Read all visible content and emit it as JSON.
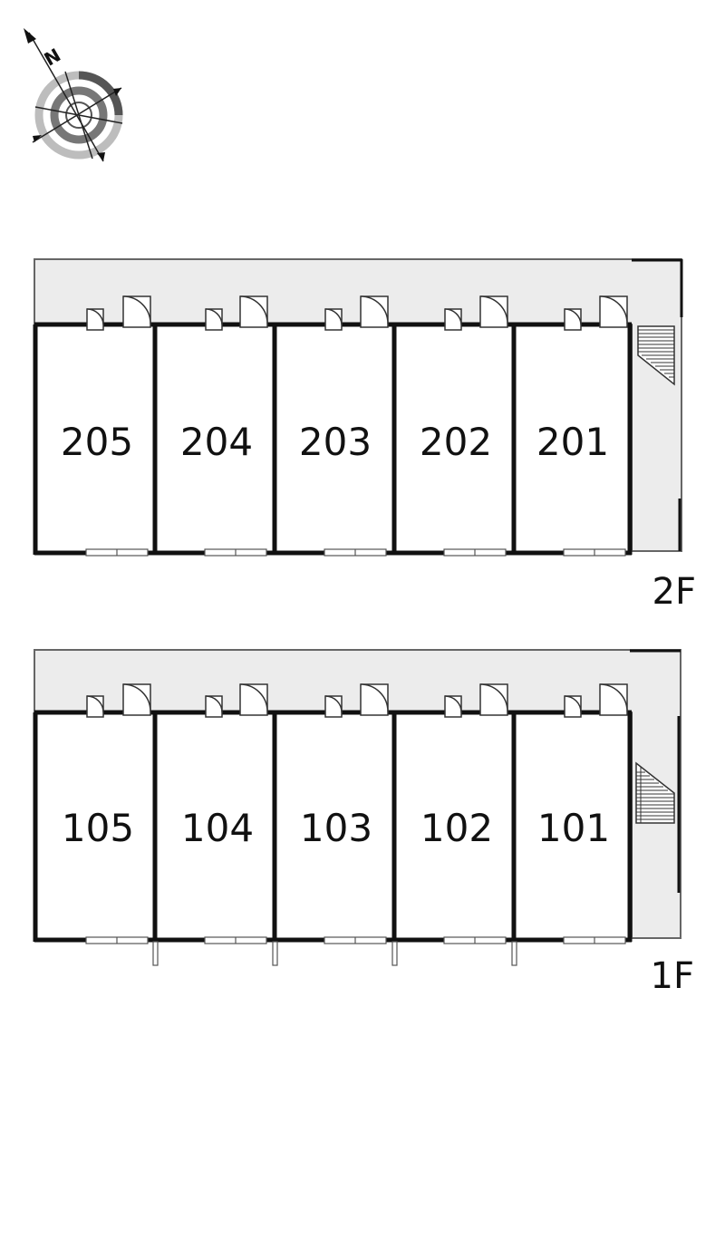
{
  "compass": {
    "north_label": "N",
    "icon": "compass-rose-icon"
  },
  "floors": [
    {
      "label": "2F",
      "units": [
        "205",
        "204",
        "203",
        "202",
        "201"
      ]
    },
    {
      "label": "1F",
      "units": [
        "105",
        "104",
        "103",
        "102",
        "101"
      ]
    }
  ],
  "colors": {
    "wall": "#111111",
    "corridor": "#ececec",
    "corridor_outline": "#666666",
    "background": "#ffffff"
  }
}
